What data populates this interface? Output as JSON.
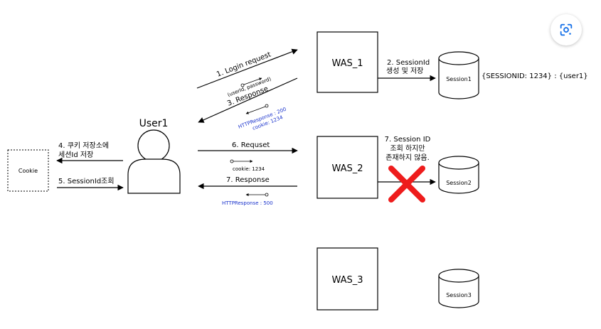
{
  "actors": {
    "user": "User1",
    "cookie_box": "Cookie"
  },
  "servers": {
    "was1": "WAS_1",
    "was2": "WAS_2",
    "was3": "WAS_3"
  },
  "sessions": {
    "s1": "Session1",
    "s2": "Session2",
    "s3": "Session3"
  },
  "flow": {
    "step1": "1. Login request",
    "step1_params": "(userId, password)",
    "step2_line1": "2. SessionId",
    "step2_line2": "생성 및 저장",
    "step3": "3. Response",
    "step3_http": "HTTPResponse : 200",
    "step3_cookie": "cookie: 1234",
    "step4_line1": "4. 쿠키 저장소에",
    "step4_line2": "세션Id 저장",
    "step5": "5. SessionId조회",
    "step6": "6. Requset",
    "step6_cookie": "cookie: 1234",
    "step7_resp": "7. Response",
    "step7_http": "HTTPResponse : 500",
    "step7_note_line1": "7. Session ID",
    "step7_note_line2": "조회 하지만",
    "step7_note_line3": "존재하지 않음."
  },
  "session_value": "{SESSIONID: 1234} : {user1}",
  "colors": {
    "error_cross": "#ee1c1c",
    "http_status": "#1a33cc"
  },
  "icons": {
    "lens": "google-lens-icon"
  }
}
